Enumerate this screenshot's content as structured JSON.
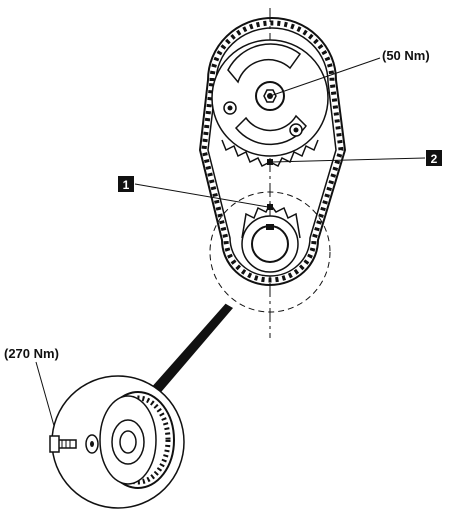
{
  "labels": {
    "torque_camshaft": "(50 Nm)",
    "torque_crankshaft": "(270 Nm)",
    "callout_1": "1",
    "callout_2": "2"
  },
  "colors": {
    "ink": "#111111",
    "paper": "#ffffff"
  }
}
